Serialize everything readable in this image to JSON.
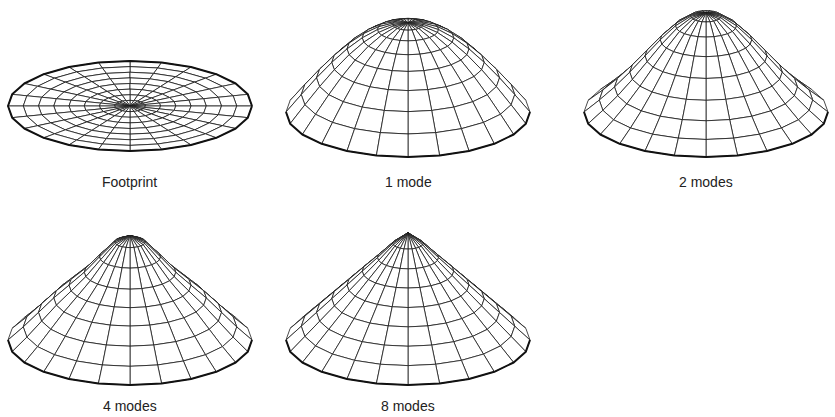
{
  "diagram": {
    "labels": [
      "Footprint",
      "1 mode",
      "2 modes",
      "4 modes",
      "8 modes"
    ]
  }
}
